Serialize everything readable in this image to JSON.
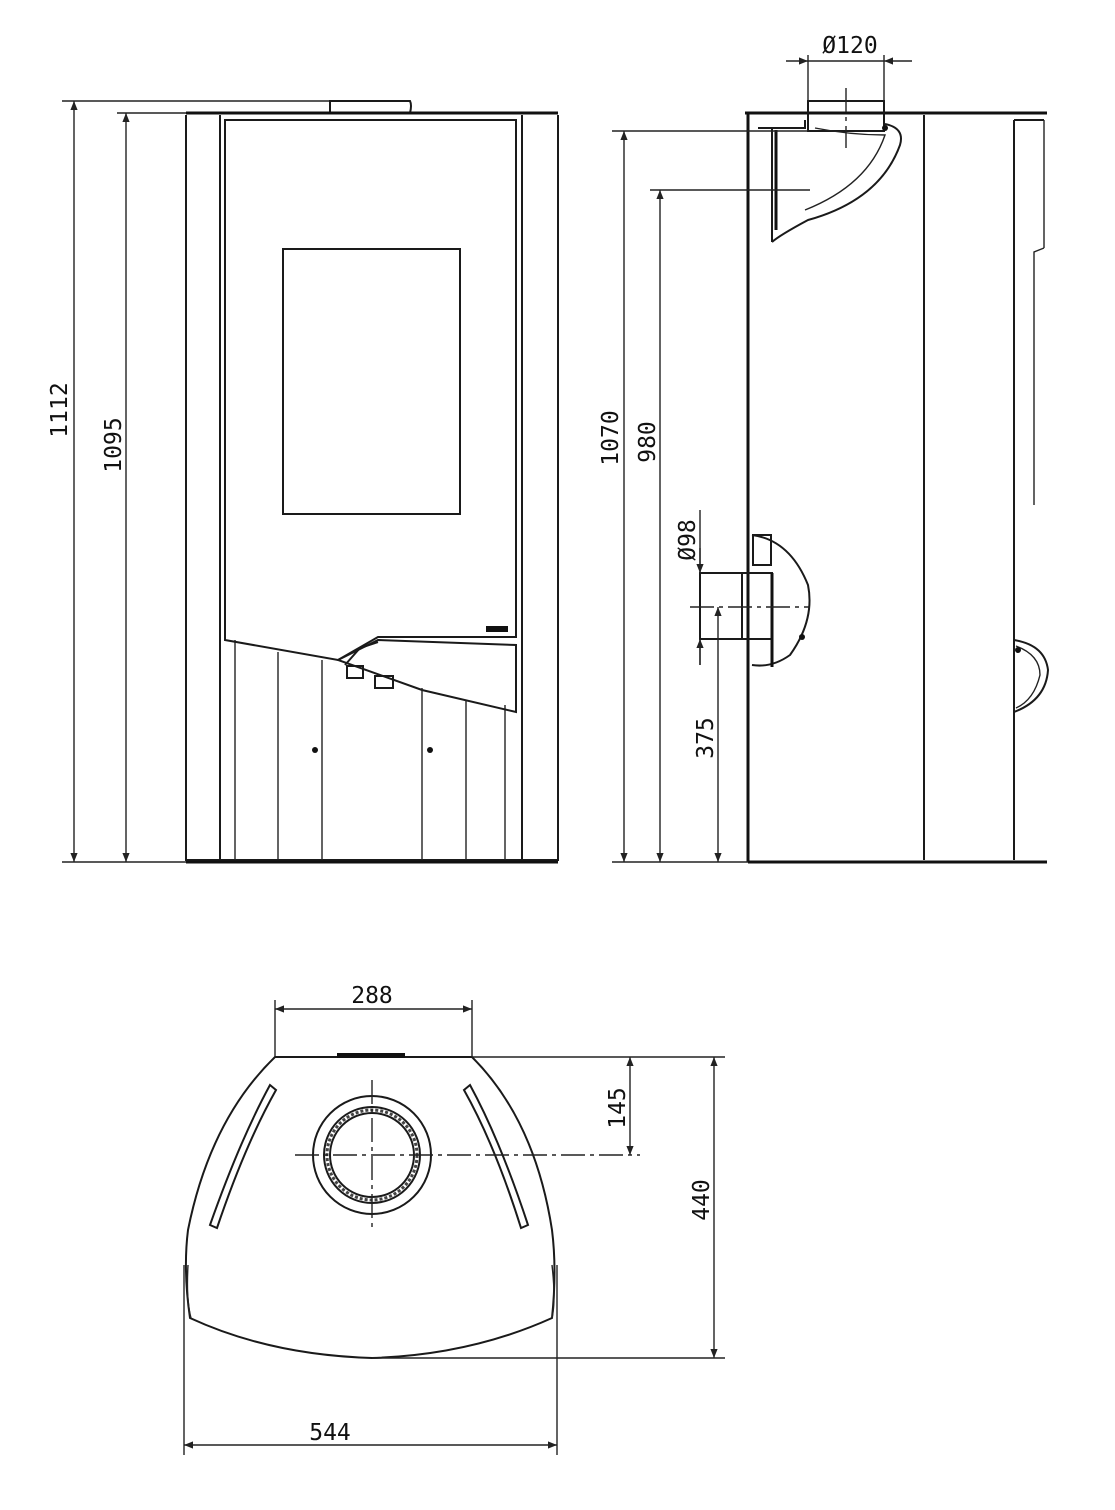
{
  "front_view": {
    "total_height": "1112",
    "body_height": "1095"
  },
  "side_view": {
    "flue_diameter": "Ø120",
    "height_to_top_flue_axis": "1070",
    "height_to_flue_center": "980",
    "rear_outlet_diameter": "Ø98",
    "height_to_rear_outlet": "375"
  },
  "top_view": {
    "front_width": "288",
    "flue_offset": "145",
    "depth": "440",
    "width": "544"
  }
}
